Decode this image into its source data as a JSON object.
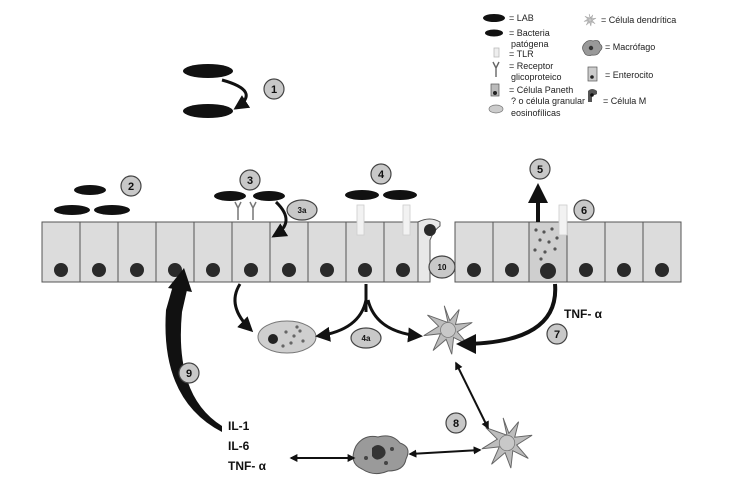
{
  "legend": {
    "lab": "= LAB",
    "bacteria_line1": "= Bacteria",
    "bacteria_line2": "patógena",
    "tlr": "= TLR",
    "receptor_line1": "= Receptor",
    "receptor_line2": "glicoproteico",
    "paneth_line1": "= Célula Paneth",
    "paneth_line2": "? o célula granular",
    "paneth_line3": "eosinofílicas",
    "dendritic": "= Célula dendrítica",
    "macrophage": "= Macrófago",
    "enterocyte": "= Enterocito",
    "m_cell": "= Célula M"
  },
  "steps": {
    "s1": "1",
    "s2": "2",
    "s3": "3",
    "s3a": "3a",
    "s4": "4",
    "s4a": "4a",
    "s5": "5",
    "s6": "6",
    "s7": "7",
    "s8": "8",
    "s9": "9",
    "s10": "10"
  },
  "cytokines": {
    "tnf_right": "TNF- α",
    "il1": "IL-1",
    "il6": "IL-6",
    "tnf_left": "TNF- α"
  },
  "colors": {
    "cell_fill": "#dcdcdc",
    "cell_stroke": "#555555",
    "nucleus": "#2a2a2a",
    "bacteria": "#111111",
    "badge_fill": "#c8c8c8",
    "arrow": "#111111"
  }
}
